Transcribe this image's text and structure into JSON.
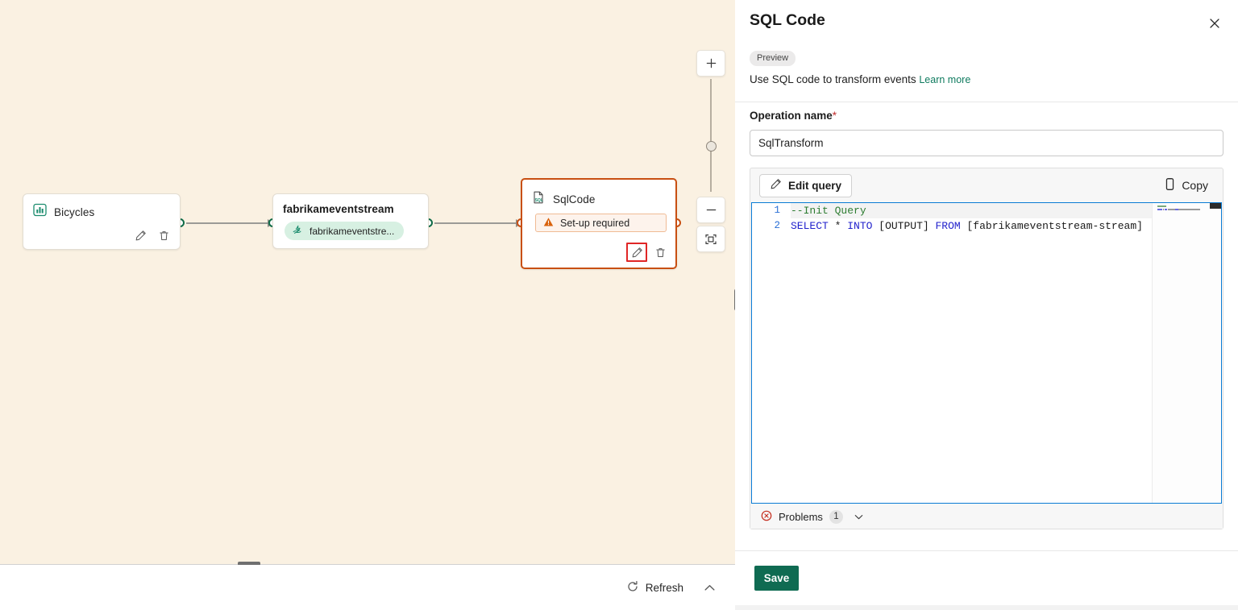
{
  "canvas": {
    "nodes": [
      {
        "id": "bicycles",
        "title": "Bicycles",
        "icon": "bar-chart-icon",
        "actions": [
          "edit-pencil-icon",
          "delete-trash-icon"
        ]
      },
      {
        "id": "eventstream",
        "title": "fabrikameventstream",
        "pill_label": "fabrikameventstre...",
        "pill_icon": "eventstream-icon"
      },
      {
        "id": "sqlcode",
        "title": "SqlCode",
        "icon": "sql-file-icon",
        "status_label": "Set-up required",
        "status_icon": "warning-triangle-icon",
        "actions": [
          "edit-pencil-icon",
          "delete-trash-icon"
        ],
        "highlighted_action": "edit-pencil-icon"
      }
    ],
    "zoom_controls": {
      "zoom_in_label": "+",
      "zoom_out_label": "−",
      "fit_label": "fit-to-screen-icon"
    },
    "bottom_bar": {
      "refresh_label": "Refresh",
      "refresh_icon": "refresh-circular-arrow-icon",
      "collapse_icon": "chevron-up-icon"
    }
  },
  "panel": {
    "title": "SQL Code",
    "close_icon": "close-icon",
    "badge": "Preview",
    "description": "Use SQL code to transform events",
    "learn_more": "Learn more",
    "operation_name": {
      "label": "Operation name",
      "required_marker": "*",
      "value": "SqlTransform"
    },
    "query": {
      "edit_label": "Edit query",
      "edit_icon": "pencil-icon",
      "copy_label": "Copy",
      "copy_icon": "copy-icon",
      "lines": [
        {
          "number": "1",
          "tokens": [
            {
              "text": "--Init Query",
              "type": "comment"
            }
          ]
        },
        {
          "number": "2",
          "tokens": [
            {
              "text": "SELECT",
              "type": "kw"
            },
            {
              "text": " ",
              "type": "plain"
            },
            {
              "text": "*",
              "type": "op"
            },
            {
              "text": " ",
              "type": "plain"
            },
            {
              "text": "INTO",
              "type": "kw"
            },
            {
              "text": " [OUTPUT] ",
              "type": "id"
            },
            {
              "text": "FROM",
              "type": "kw"
            },
            {
              "text": " [fabrikameventstream-stream]",
              "type": "id"
            }
          ]
        }
      ]
    },
    "problems": {
      "label": "Problems",
      "count": "1",
      "icon": "error-circle-icon",
      "chevron": "chevron-down-icon"
    },
    "save_label": "Save"
  },
  "colors": {
    "canvas_bg": "#faf1e2",
    "accent_green": "#0f6b52",
    "node_highlight": "#c84f12",
    "annotation_red": "#e02626",
    "editor_focus_blue": "#0a7bd4",
    "sql_keyword": "#2222cc",
    "sql_comment": "#2e7d32",
    "link_teal": "#0f7b5f"
  }
}
